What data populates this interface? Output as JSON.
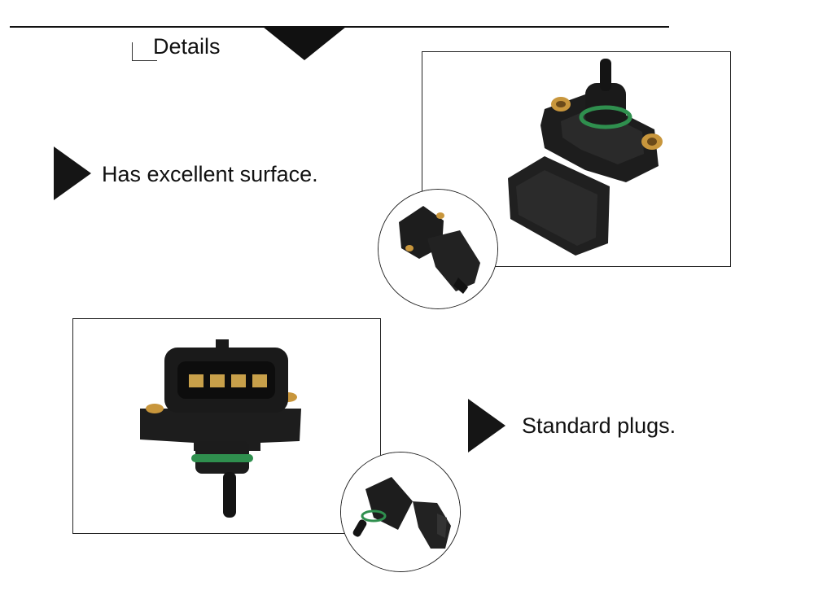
{
  "section": {
    "title": "Details"
  },
  "features": [
    {
      "text": "Has excellent surface."
    },
    {
      "text": "Standard plugs."
    }
  ],
  "colors": {
    "sensor_body": "#1b1b1b",
    "o_ring": "#2f8f4e",
    "brass_insert": "#c8963c",
    "frame_border": "#222222"
  },
  "images": [
    {
      "name": "sensor-top-view"
    },
    {
      "name": "sensor-side-inset"
    },
    {
      "name": "sensor-plug-front-view"
    },
    {
      "name": "sensor-angle-inset"
    }
  ]
}
